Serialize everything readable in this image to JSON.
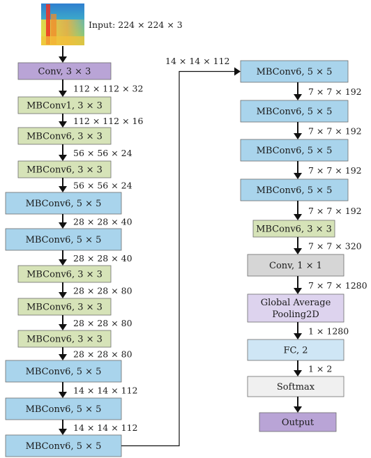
{
  "input": {
    "label": "Input: 224 × 224 × 3"
  },
  "left_column": [
    {
      "label": "Conv, 3 × 3",
      "type": "conv"
    },
    {
      "label": "MBConv1, 3 × 3",
      "type": "mb3"
    },
    {
      "label": "MBConv6, 3 × 3",
      "type": "mb3"
    },
    {
      "label": "MBConv6, 3 × 3",
      "type": "mb3"
    },
    {
      "label": "MBConv6, 5 × 5",
      "type": "mb5"
    },
    {
      "label": "MBConv6, 5 × 5",
      "type": "mb5"
    },
    {
      "label": "MBConv6, 3 × 3",
      "type": "mb3"
    },
    {
      "label": "MBConv6, 3 × 3",
      "type": "mb3"
    },
    {
      "label": "MBConv6, 3 × 3",
      "type": "mb3"
    },
    {
      "label": "MBConv6, 5 × 5",
      "type": "mb5"
    },
    {
      "label": "MBConv6, 5 × 5",
      "type": "mb5"
    },
    {
      "label": "MBConv6, 5 × 5",
      "type": "mb5"
    }
  ],
  "left_dims": [
    "112 × 112 × 32",
    "112 × 112 × 16",
    "56 × 56 × 24",
    "56 × 56 × 24",
    "28 × 28 × 40",
    "28 × 28 × 40",
    "28 × 28 × 80",
    "28 × 28 × 80",
    "28 × 28 × 80",
    "14 × 14 × 112",
    "14 × 14 × 112"
  ],
  "connector_dim": "14 × 14 × 112",
  "right_column": [
    {
      "label": "MBConv6, 5 × 5",
      "type": "mb5"
    },
    {
      "label": "MBConv6, 5 × 5",
      "type": "mb5"
    },
    {
      "label": "MBConv6, 5 × 5",
      "type": "mb5"
    },
    {
      "label": "MBConv6, 5 × 5",
      "type": "mb5"
    },
    {
      "label": "MBConv6, 3 × 3",
      "type": "mb3"
    },
    {
      "label": "Conv, 1 × 1",
      "type": "conv1"
    },
    {
      "label": [
        "Global Average",
        "Pooling2D"
      ],
      "type": "gap"
    },
    {
      "label": "FC, 2",
      "type": "fc"
    },
    {
      "label": "Softmax",
      "type": "softmax"
    },
    {
      "label": "Output",
      "type": "output"
    }
  ],
  "right_dims": [
    "7 × 7 × 192",
    "7 × 7 × 192",
    "7 × 7 × 192",
    "7 × 7 × 192",
    "7 × 7 × 320",
    "7 × 7 × 1280",
    "1 × 1280",
    "1 × 2"
  ],
  "colors": {
    "conv": "#b9a4d6",
    "mb3": "#d6e3b8",
    "mb5": "#a9d4ec",
    "conv1": "#d6d6d6",
    "gap": "#ddd3ee",
    "fc": "#cfe6f5",
    "softmax": "#f0f0f0",
    "output": "#b9a4d6",
    "stroke": "#6d6d6d",
    "arrow": "#111111"
  }
}
